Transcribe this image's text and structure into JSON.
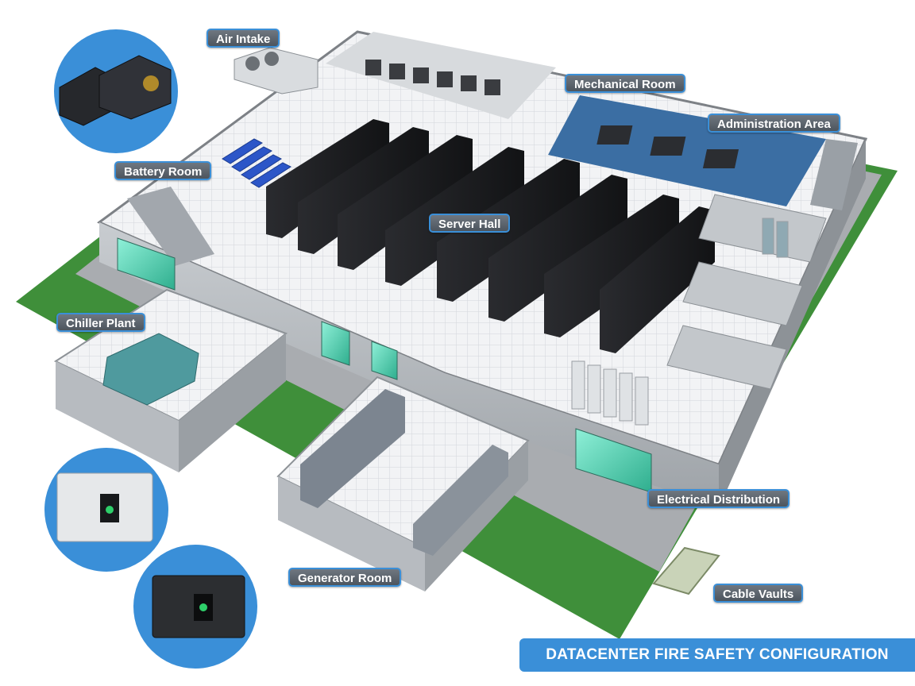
{
  "title": "DATACENTER FIRE SAFETY CONFIGURATION",
  "colors": {
    "accent": "#3a8fd8",
    "label_bg": "#5c646d",
    "grass": "#3f8f3a",
    "floor_tile": "#eef0f2",
    "walls": "#b9bdc2",
    "server_rack": "#1e1f22",
    "glass_door": "#55d6b4",
    "admin_floor": "#3b6ea3"
  },
  "zones": [
    {
      "id": "air-intake",
      "label": "Air Intake"
    },
    {
      "id": "mechanical-room",
      "label": "Mechanical Room"
    },
    {
      "id": "administration-area",
      "label": "Administration Area"
    },
    {
      "id": "battery-room",
      "label": "Battery Room"
    },
    {
      "id": "server-hall",
      "label": "Server Hall"
    },
    {
      "id": "chiller-plant",
      "label": "Chiller Plant"
    },
    {
      "id": "electrical-distribution",
      "label": "Electrical Distribution"
    },
    {
      "id": "generator-room",
      "label": "Generator Room"
    },
    {
      "id": "cable-vaults",
      "label": "Cable Vaults"
    }
  ],
  "product_callouts": [
    {
      "id": "aspirating-detectors",
      "icon": "smoke-detector-unit-icon"
    },
    {
      "id": "control-panel-white",
      "icon": "fire-control-panel-icon"
    },
    {
      "id": "control-panel-black",
      "icon": "fire-control-panel-icon"
    }
  ]
}
